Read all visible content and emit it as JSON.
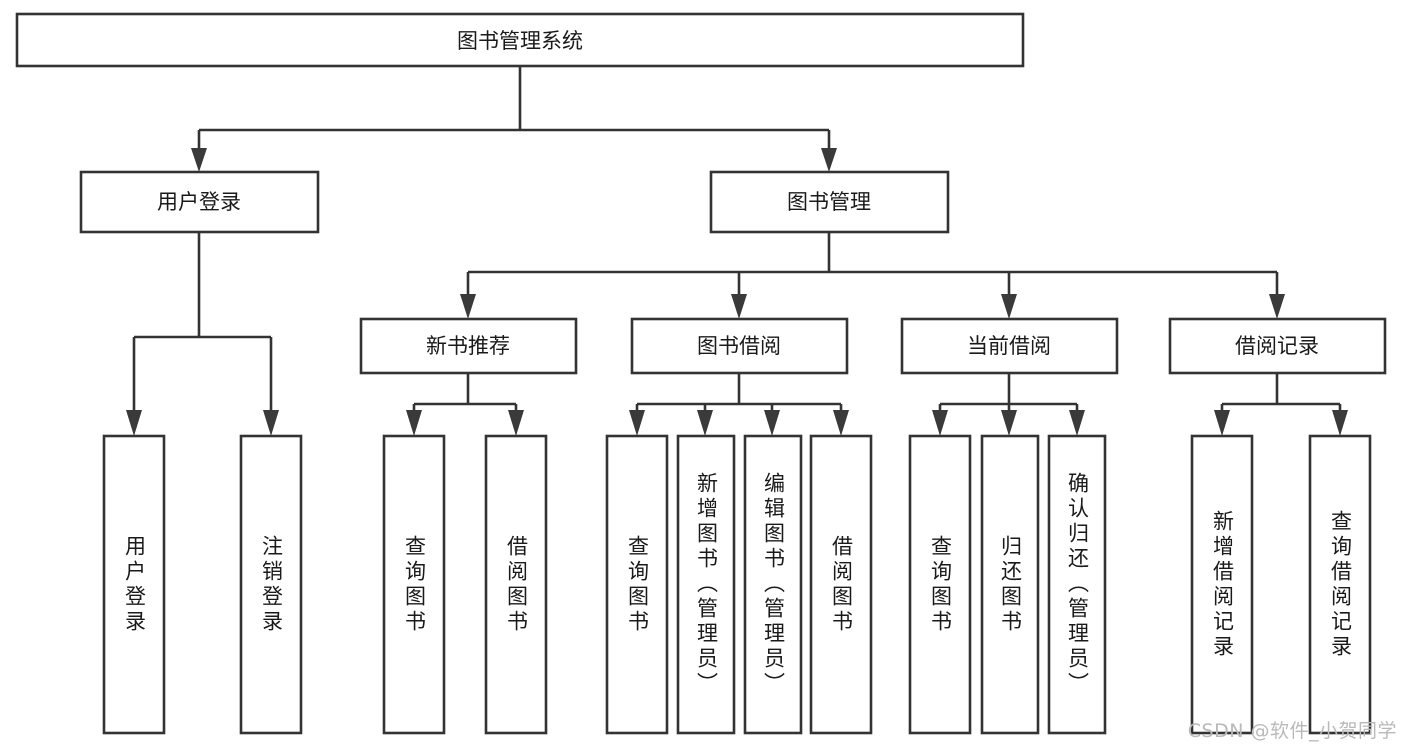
{
  "diagram": {
    "title": "图书管理系统",
    "type": "tree-hierarchy",
    "colors": {
      "box_stroke": "#333333",
      "box_fill": "#ffffff",
      "text": "#1a1a1a",
      "connector": "#333333",
      "watermark": "#b9b9b9",
      "background": "#ffffff"
    }
  },
  "root": {
    "label": "图书管理系统"
  },
  "level2": [
    {
      "label": "用户登录"
    },
    {
      "label": "图书管理"
    }
  ],
  "level3": [
    {
      "label": "新书推荐"
    },
    {
      "label": "图书借阅"
    },
    {
      "label": "当前借阅"
    },
    {
      "label": "借阅记录"
    }
  ],
  "leaves": [
    {
      "label": "用户登录",
      "parent": "用户登录"
    },
    {
      "label": "注销登录",
      "parent": "用户登录"
    },
    {
      "label": "查询图书",
      "parent": "新书推荐"
    },
    {
      "label": "借阅图书",
      "parent": "新书推荐"
    },
    {
      "label": "查询图书",
      "parent": "图书借阅"
    },
    {
      "label": "新增图书（管理员）",
      "parent": "图书借阅"
    },
    {
      "label": "编辑图书（管理员）",
      "parent": "图书借阅"
    },
    {
      "label": "借阅图书",
      "parent": "图书借阅"
    },
    {
      "label": "查询图书",
      "parent": "当前借阅"
    },
    {
      "label": "归还图书",
      "parent": "当前借阅"
    },
    {
      "label": "确认归还（管理员）",
      "parent": "当前借阅"
    },
    {
      "label": "新增借阅记录",
      "parent": "借阅记录"
    },
    {
      "label": "查询借阅记录",
      "parent": "借阅记录"
    }
  ],
  "watermark": {
    "text": "CSDN @软件_小贺同学"
  }
}
